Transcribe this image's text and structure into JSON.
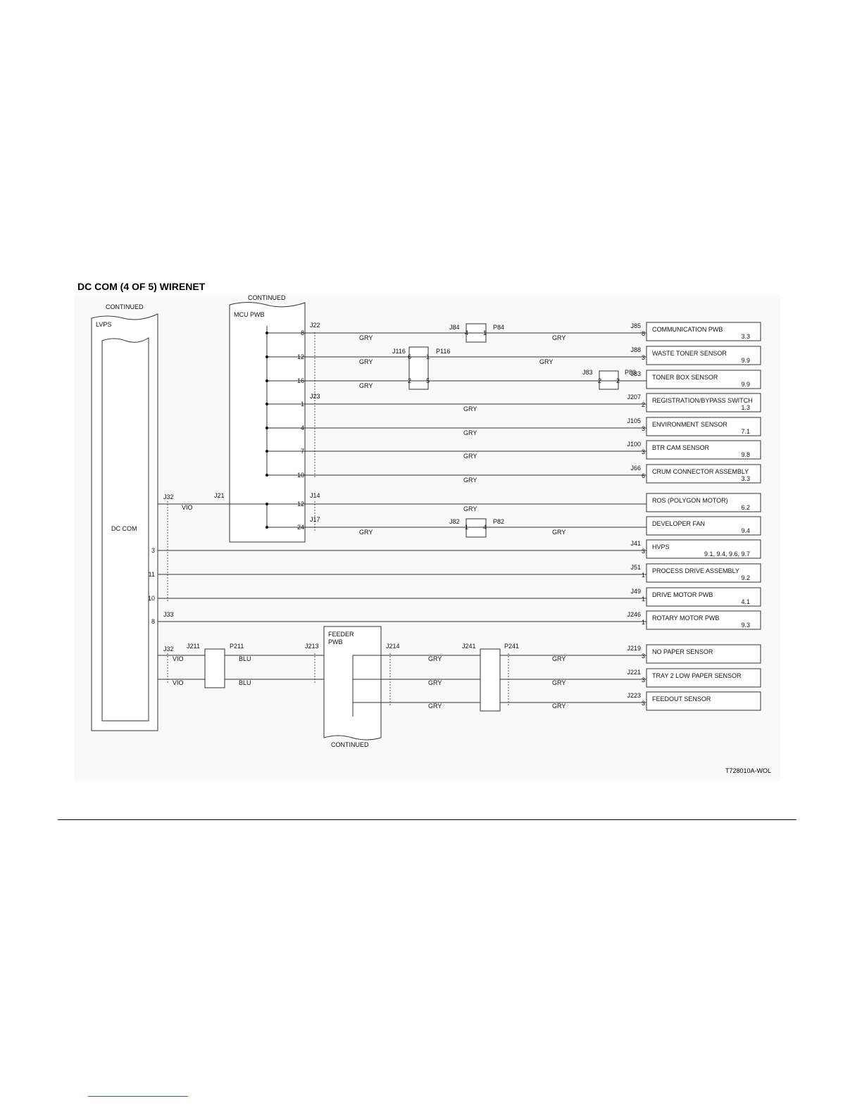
{
  "title": "DC COM (4 OF 5) WIRENET",
  "figure_id": "T728010A-WOL",
  "labels": {
    "lvps": "LVPS",
    "mcu": "MCU PWB",
    "dccom": "DC COM",
    "feeder1": "FEEDER",
    "feeder2": "PWB",
    "continued": "CONTINUED"
  },
  "colors": {
    "wire": "#333333",
    "background": "#ffffff",
    "footer_link": "#3355cc"
  },
  "mcu_connectors": {
    "j22": "J22",
    "j23": "J23",
    "j14": "J14",
    "j17": "J17",
    "j21": "J21",
    "j32": "J32",
    "j33": "J33"
  },
  "rows": [
    {
      "pin": "8",
      "wire": "GRY",
      "mid": {
        "left": "J84",
        "right": "P84",
        "pins": [
          "4",
          "1"
        ]
      },
      "wire2": "GRY",
      "conn": "J85",
      "cpin": "8",
      "name": "COMMUNICATION PWB",
      "ref": "3.3"
    },
    {
      "pin": "12",
      "wire": "GRY",
      "mid": {
        "left": "J116",
        "right": "P116",
        "pins": [
          "6",
          "1"
        ]
      },
      "wire2": "GRY",
      "conn": "J88",
      "cpin": "3",
      "name": "WASTE TONER SENSOR",
      "ref": "9.9"
    },
    {
      "pin": "16",
      "wire": "GRY",
      "mid": {
        "pins": [
          "2",
          "5"
        ]
      },
      "mid2": {
        "left": "J83",
        "right": "P83",
        "pins": [
          "2",
          "2"
        ]
      },
      "conn": "J83",
      "cpin": "",
      "name": "TONER BOX SENSOR",
      "ref": "9.9"
    },
    {
      "pin": "1",
      "wire": "GRY",
      "conn": "J207",
      "cpin": "2",
      "name": "REGISTRATION/BYPASS SWITCH",
      "ref": "1.3"
    },
    {
      "pin": "4",
      "wire": "GRY",
      "conn": "J105",
      "cpin": "3",
      "name": "ENVIRONMENT SENSOR",
      "ref": "7.1"
    },
    {
      "pin": "7",
      "wire": "GRY",
      "conn": "J100",
      "cpin": "3",
      "name": "BTR CAM SENSOR",
      "ref": "9.8"
    },
    {
      "pin": "10",
      "wire": "GRY",
      "conn": "J66",
      "cpin": "6",
      "name": "CRUM CONNECTOR ASSEMBLY",
      "ref": "3.3"
    },
    {
      "pin": "12",
      "wire": "GRY",
      "conn": "",
      "cpin": "",
      "name": "ROS  (POLYGON MOTOR)",
      "ref": "6.2"
    },
    {
      "pin": "24",
      "wire": "GRY",
      "mid": {
        "left": "J82",
        "right": "P82",
        "pins": [
          "1",
          "4"
        ]
      },
      "wire2": "GRY",
      "conn": "",
      "cpin": "",
      "name": "DEVELOPER FAN",
      "ref": "9.4"
    },
    {
      "pin": "3",
      "conn": "J41",
      "cpin": "3",
      "name": "HVPS",
      "ref": "9.1, 9.4, 9.6, 9.7"
    },
    {
      "pin": "11",
      "conn": "J51",
      "cpin": "1",
      "name": "PROCESS DRIVE ASSEMBLY",
      "ref": "9.2"
    },
    {
      "pin": "10",
      "conn": "J49",
      "cpin": "1",
      "name": "DRIVE MOTOR PWB",
      "ref": "4.1"
    },
    {
      "pin": "8",
      "conn": "J246",
      "cpin": "1",
      "name": "ROTARY MOTOR PWB",
      "ref": "9.3"
    },
    {
      "conn": "J219",
      "cpin": "3",
      "name": "NO PAPER SENSOR",
      "ref": ""
    },
    {
      "conn": "J221",
      "cpin": "3",
      "name": "TRAY 2 LOW PAPER SENSOR",
      "ref": ""
    },
    {
      "conn": "J223",
      "cpin": "3",
      "name": "FEEDOUT SENSOR",
      "ref": ""
    }
  ],
  "feeder_section": {
    "j32": "J32",
    "j211": "J211",
    "p211": "P211",
    "j213": "J213",
    "j214": "J214",
    "j241": "J241",
    "p241": "P241",
    "vio": "VIO",
    "blu": "BLU",
    "gry": "GRY"
  }
}
